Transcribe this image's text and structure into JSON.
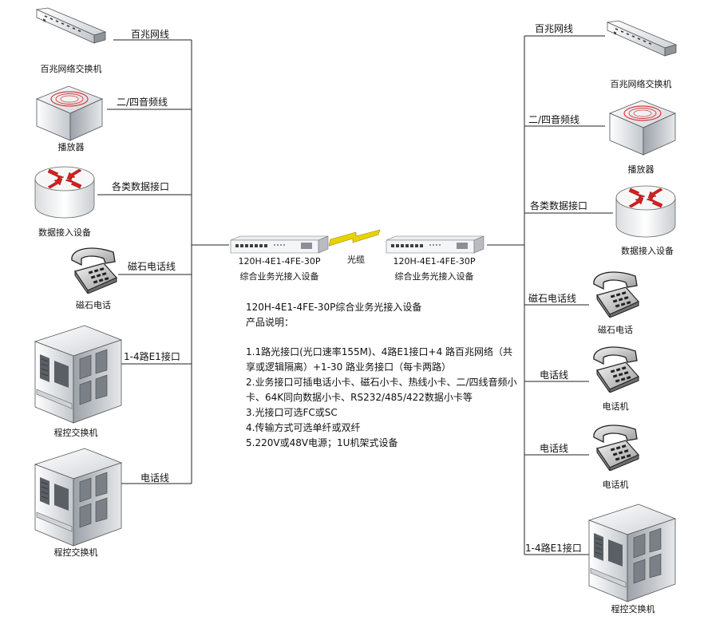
{
  "left": {
    "devices": [
      {
        "caption": "百兆网络交换机",
        "link": "百兆网线",
        "icon": "network-switch-icon"
      },
      {
        "caption": "播放器",
        "link": "二/四音频线",
        "icon": "audio-player-icon"
      },
      {
        "caption": "数据接入设备",
        "link": "各类数据接口",
        "icon": "router-icon"
      },
      {
        "caption": "磁石电话",
        "link": "磁石电话线",
        "icon": "telephone-icon"
      },
      {
        "caption": "程控交换机",
        "link": "1-4路E1接口",
        "icon": "pbx-cabinet-icon"
      },
      {
        "caption": "程控交换机",
        "link": "电话线",
        "icon": "pbx-cabinet-icon"
      }
    ]
  },
  "right": {
    "devices": [
      {
        "caption": "百兆网络交换机",
        "link": "百兆网线",
        "icon": "network-switch-icon"
      },
      {
        "caption": "播放器",
        "link": "二/四音频线",
        "icon": "audio-player-icon"
      },
      {
        "caption": "数据接入设备",
        "link": "各类数据接口",
        "icon": "router-icon"
      },
      {
        "caption": "磁石电话",
        "link": "磁石电话线",
        "icon": "telephone-icon"
      },
      {
        "caption": "电话机",
        "link": "电话线",
        "icon": "telephone-icon"
      },
      {
        "caption": "电话机",
        "link": "电话线",
        "icon": "telephone-icon"
      },
      {
        "caption": "程控交换机",
        "link": "1-4路E1接口",
        "icon": "pbx-cabinet-icon"
      }
    ]
  },
  "center": {
    "left_unit": {
      "model": "120H-4E1-4FE-30P",
      "name": "综合业务光接入设备"
    },
    "right_unit": {
      "model": "120H-4E1-4FE-30P",
      "name": "综合业务光接入设备"
    },
    "link_label": "光缆"
  },
  "description": {
    "title": "120H-4E1-4FE-30P综合业务光接入设备",
    "subtitle": "产品说明：",
    "items": [
      "1.1路光接口(光口速率155M)、4路E1接口+4 路百兆网络（共享或逻辑隔离）+1-30 路业务接口（每卡两路）",
      "2.业务接口可插电话小卡、磁石小卡、热线小卡、二/四线音频小卡、64K同向数据小卡、RS232/485/422数据小卡等",
      "3.光接口可选FC或SC",
      "4.传输方式可选单纤或双纤",
      "5.220V或48V电源；1U机架式设备"
    ]
  },
  "colors": {
    "line": "#222222",
    "lightning": "#e8d200",
    "player_ring": "#d63a3a",
    "router_arrow": "#d81e1e"
  }
}
